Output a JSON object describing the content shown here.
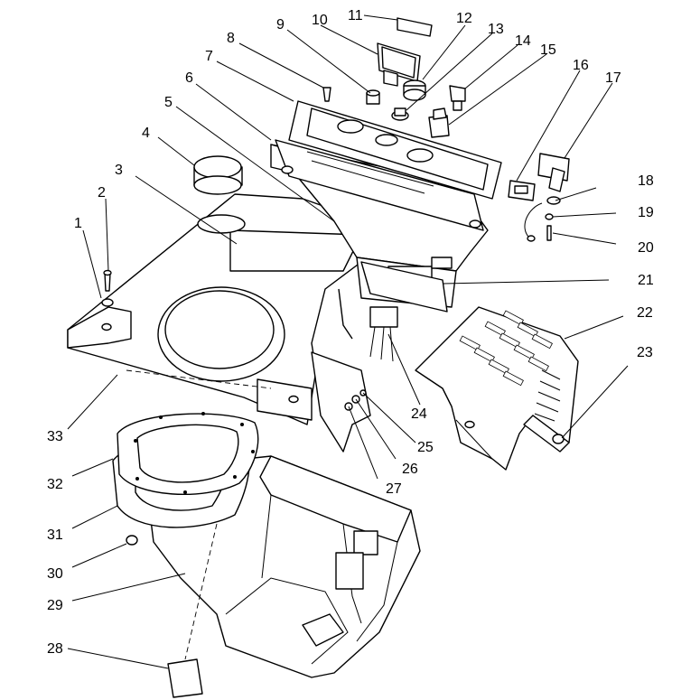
{
  "callouts": [
    {
      "n": "1",
      "label": "1"
    },
    {
      "n": "2",
      "label": "2"
    },
    {
      "n": "3",
      "label": "3"
    },
    {
      "n": "4",
      "label": "4"
    },
    {
      "n": "5",
      "label": "5"
    },
    {
      "n": "6",
      "label": "6"
    },
    {
      "n": "7",
      "label": "7"
    },
    {
      "n": "8",
      "label": "8"
    },
    {
      "n": "9",
      "label": "9"
    },
    {
      "n": "10",
      "label": "10"
    },
    {
      "n": "11",
      "label": "11"
    },
    {
      "n": "12",
      "label": "12"
    },
    {
      "n": "13",
      "label": "13"
    },
    {
      "n": "14",
      "label": "14"
    },
    {
      "n": "15",
      "label": "15"
    },
    {
      "n": "16",
      "label": "16"
    },
    {
      "n": "17",
      "label": "17"
    },
    {
      "n": "18",
      "label": "18"
    },
    {
      "n": "19",
      "label": "19"
    },
    {
      "n": "20",
      "label": "20"
    },
    {
      "n": "21",
      "label": "21"
    },
    {
      "n": "22",
      "label": "22"
    },
    {
      "n": "23",
      "label": "23"
    },
    {
      "n": "24",
      "label": "24"
    },
    {
      "n": "25",
      "label": "25"
    },
    {
      "n": "26",
      "label": "26"
    },
    {
      "n": "27",
      "label": "27"
    },
    {
      "n": "28",
      "label": "28"
    },
    {
      "n": "29",
      "label": "29"
    },
    {
      "n": "30",
      "label": "30"
    },
    {
      "n": "31",
      "label": "31"
    },
    {
      "n": "32",
      "label": "32"
    },
    {
      "n": "33",
      "label": "33"
    }
  ]
}
